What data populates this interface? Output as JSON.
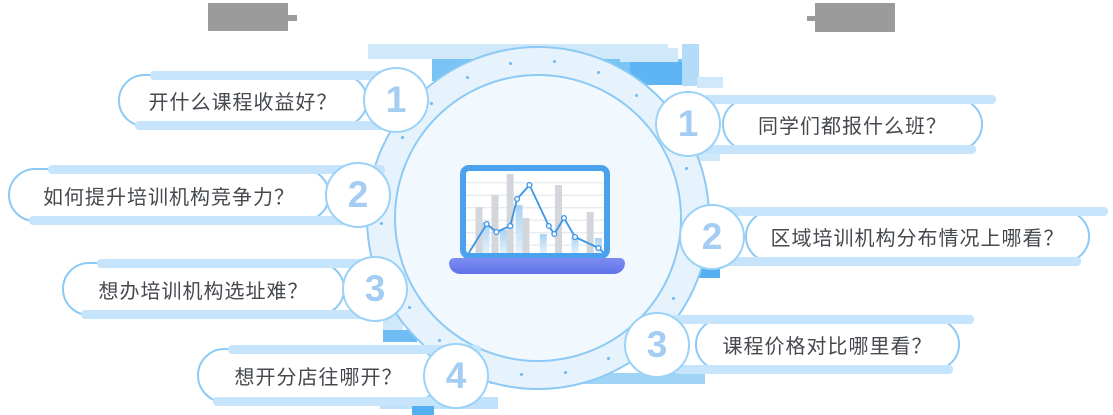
{
  "title_placeholders": {
    "left_label": "",
    "right_label": ""
  },
  "left_questions": [
    {
      "num": "1",
      "label": "开什么课程收益好？"
    },
    {
      "num": "2",
      "label": "如何提升培训机构竞争力？"
    },
    {
      "num": "3",
      "label": "想办培训机构选址难？"
    },
    {
      "num": "4",
      "label": "想开分店往哪开？"
    }
  ],
  "right_questions": [
    {
      "num": "1",
      "label": "同学们都报什么班？"
    },
    {
      "num": "2",
      "label": "区域培训机构分布情况上哪看？"
    },
    {
      "num": "3",
      "label": "课程价格对比哪里看？"
    }
  ],
  "colors": {
    "accent_blue": "#4aa2ef",
    "pill_border": "#8ccaf5",
    "number_blue": "#a3cdf2",
    "text_dark": "#45494e",
    "strip_light": "#c6e4fb",
    "strip_medium": "#6fbcf4",
    "strip_dark": "#55b0f2",
    "circle_fill": "#e7f3fc",
    "inner_circle_fill": "#f2f9fe",
    "dot_blue": "#6db9f1",
    "laptop_base": "#6e7ef0",
    "bar_gray": "#d3d6da",
    "bar_blue_top": "#a8d3f4",
    "bar_blue_bottom": "#e4f1fb",
    "line_blue": "#3b95e8",
    "redacted_gray": "#9b9b9b"
  },
  "chart_data": {
    "type": "bar",
    "overlay": "line",
    "title": "",
    "bars": [
      {
        "x": 0.094,
        "h": 46,
        "color": "gray"
      },
      {
        "x": 0.145,
        "h": 31,
        "color": "blue"
      },
      {
        "x": 0.21,
        "h": 58,
        "color": "gray"
      },
      {
        "x": 0.27,
        "h": 23,
        "color": "blue"
      },
      {
        "x": 0.32,
        "h": 79,
        "color": "gray"
      },
      {
        "x": 0.385,
        "h": 48,
        "color": "blue"
      },
      {
        "x": 0.435,
        "h": 35,
        "color": "gray"
      },
      {
        "x": 0.56,
        "h": 19,
        "color": "blue"
      },
      {
        "x": 0.67,
        "h": 68,
        "color": "gray"
      },
      {
        "x": 0.79,
        "h": 16,
        "color": "blue"
      },
      {
        "x": 0.9,
        "h": 41,
        "color": "gray"
      },
      {
        "x": 0.96,
        "h": 15,
        "color": "blue"
      }
    ],
    "line": [
      {
        "x": 0.02,
        "h": 0,
        "marker": false
      },
      {
        "x": 0.15,
        "h": 29,
        "marker": true
      },
      {
        "x": 0.22,
        "h": 21,
        "marker": true
      },
      {
        "x": 0.32,
        "h": 27,
        "marker": true
      },
      {
        "x": 0.37,
        "h": 54,
        "marker": true
      },
      {
        "x": 0.46,
        "h": 68,
        "marker": true
      },
      {
        "x": 0.6,
        "h": 27,
        "marker": true
      },
      {
        "x": 0.64,
        "h": 19,
        "marker": true
      },
      {
        "x": 0.71,
        "h": 35,
        "marker": true
      },
      {
        "x": 0.79,
        "h": 16,
        "marker": true
      },
      {
        "x": 0.96,
        "h": 5,
        "marker": true
      },
      {
        "x": 1.0,
        "h": 0,
        "marker": false
      }
    ]
  }
}
